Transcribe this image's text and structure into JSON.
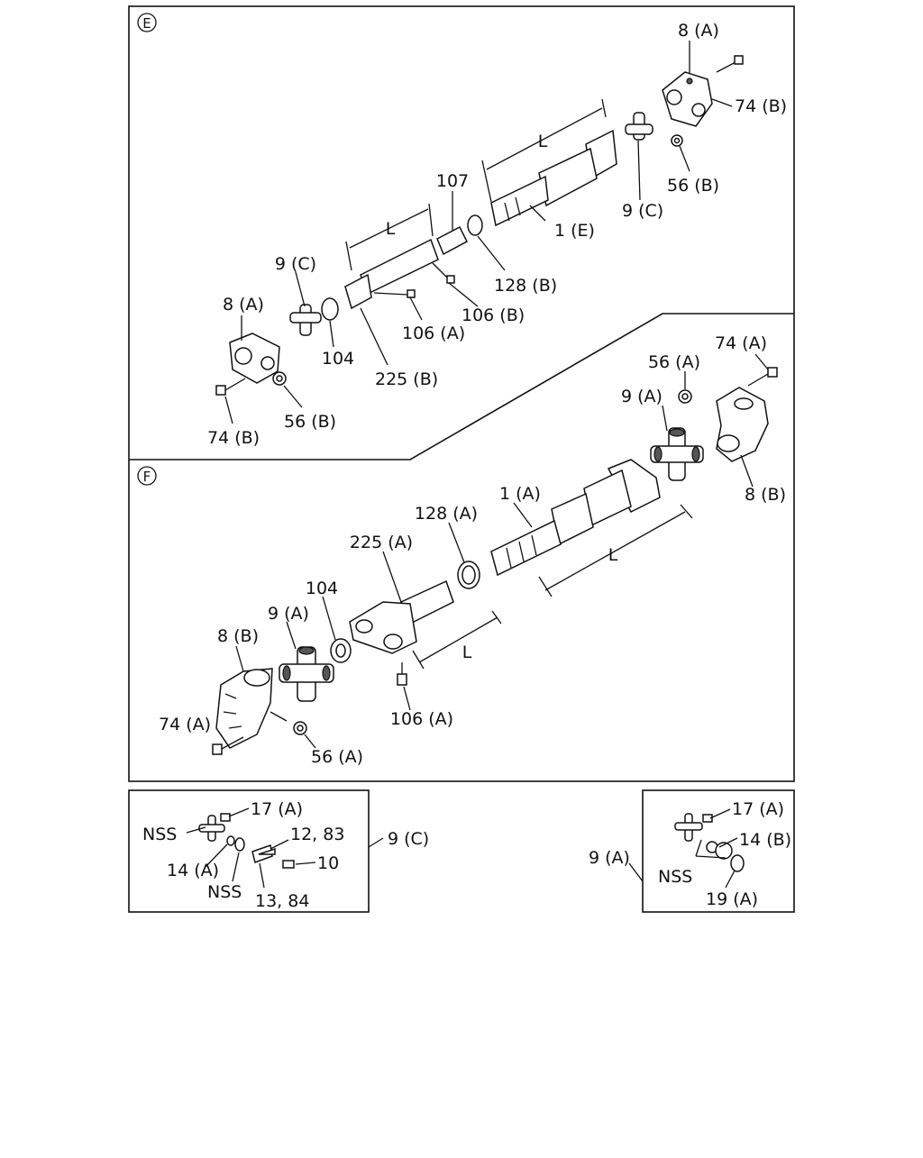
{
  "sections": {
    "E": {
      "marker": "E",
      "labels": {
        "p8A": "8 (A)",
        "p74B_top": "74 (B)",
        "pL_top": "L",
        "p56B_top": "56 (B)",
        "p107": "107",
        "p9C_top": "9 (C)",
        "p1E": "1 (E)",
        "pL_mid": "L",
        "p128B": "128 (B)",
        "p9C_left": "9 (C)",
        "p106B": "106 (B)",
        "p8A_left": "8 (A)",
        "p106A": "106 (A)",
        "p104": "104",
        "p225B": "225 (B)",
        "p74B_bottom": "74 (B)",
        "p56B_bottom": "56 (B)"
      }
    },
    "F": {
      "marker": "F",
      "labels": {
        "p74A_top": "74 (A)",
        "p56A_top": "56 (A)",
        "p9A_top": "9 (A)",
        "p8B_right": "8 (B)",
        "p1A": "1 (A)",
        "p128A": "128 (A)",
        "p225A": "225 (A)",
        "pL_right": "L",
        "p104": "104",
        "p9A_left": "9 (A)",
        "p8B_left": "8 (B)",
        "pL_left": "L",
        "p74A_bottom": "74 (A)",
        "p106A": "106 (A)",
        "p56A_bottom": "56 (A)"
      }
    }
  },
  "detail_9C": {
    "ref": "9 (C)",
    "labels": {
      "p17A": "17 (A)",
      "nss1": "NSS",
      "p12_83": "12, 83",
      "p10": "10",
      "p14A": "14 (A)",
      "nss2": "NSS",
      "p13_84": "13, 84"
    }
  },
  "detail_9A": {
    "ref": "9 (A)",
    "labels": {
      "p17A": "17 (A)",
      "p14B": "14 (B)",
      "nss": "NSS",
      "p19A": "19 (A)"
    }
  }
}
